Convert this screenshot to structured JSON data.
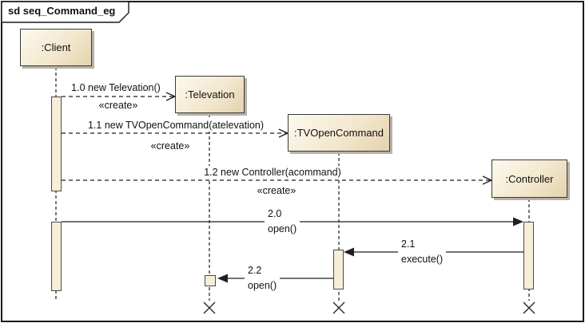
{
  "frame": {
    "title": "sd seq_Command_eg"
  },
  "lifelines": [
    {
      "label": ":Client"
    },
    {
      "label": ":Televation"
    },
    {
      "label": ":TVOpenCommand"
    },
    {
      "label": ":Controller"
    }
  ],
  "messages": [
    {
      "label": "1.0 new Televation()",
      "stereotype": "«create»"
    },
    {
      "label": "1.1 new TVOpenCommand(atelevation)",
      "stereotype": "«create»"
    },
    {
      "label": "1.2 new Controller(acommand)",
      "stereotype": "«create»"
    },
    {
      "number": "2.0",
      "operation": "open()"
    },
    {
      "number": "2.1",
      "operation": "execute()"
    },
    {
      "number": "2.2",
      "operation": "open()"
    }
  ],
  "colors": {
    "line": "#1f1f1f",
    "box-grad-top": "#fdf9ee",
    "box-grad-bottom": "#e4d2ad",
    "activation": "#f7eeda",
    "shadow": "#b5b2aa"
  }
}
